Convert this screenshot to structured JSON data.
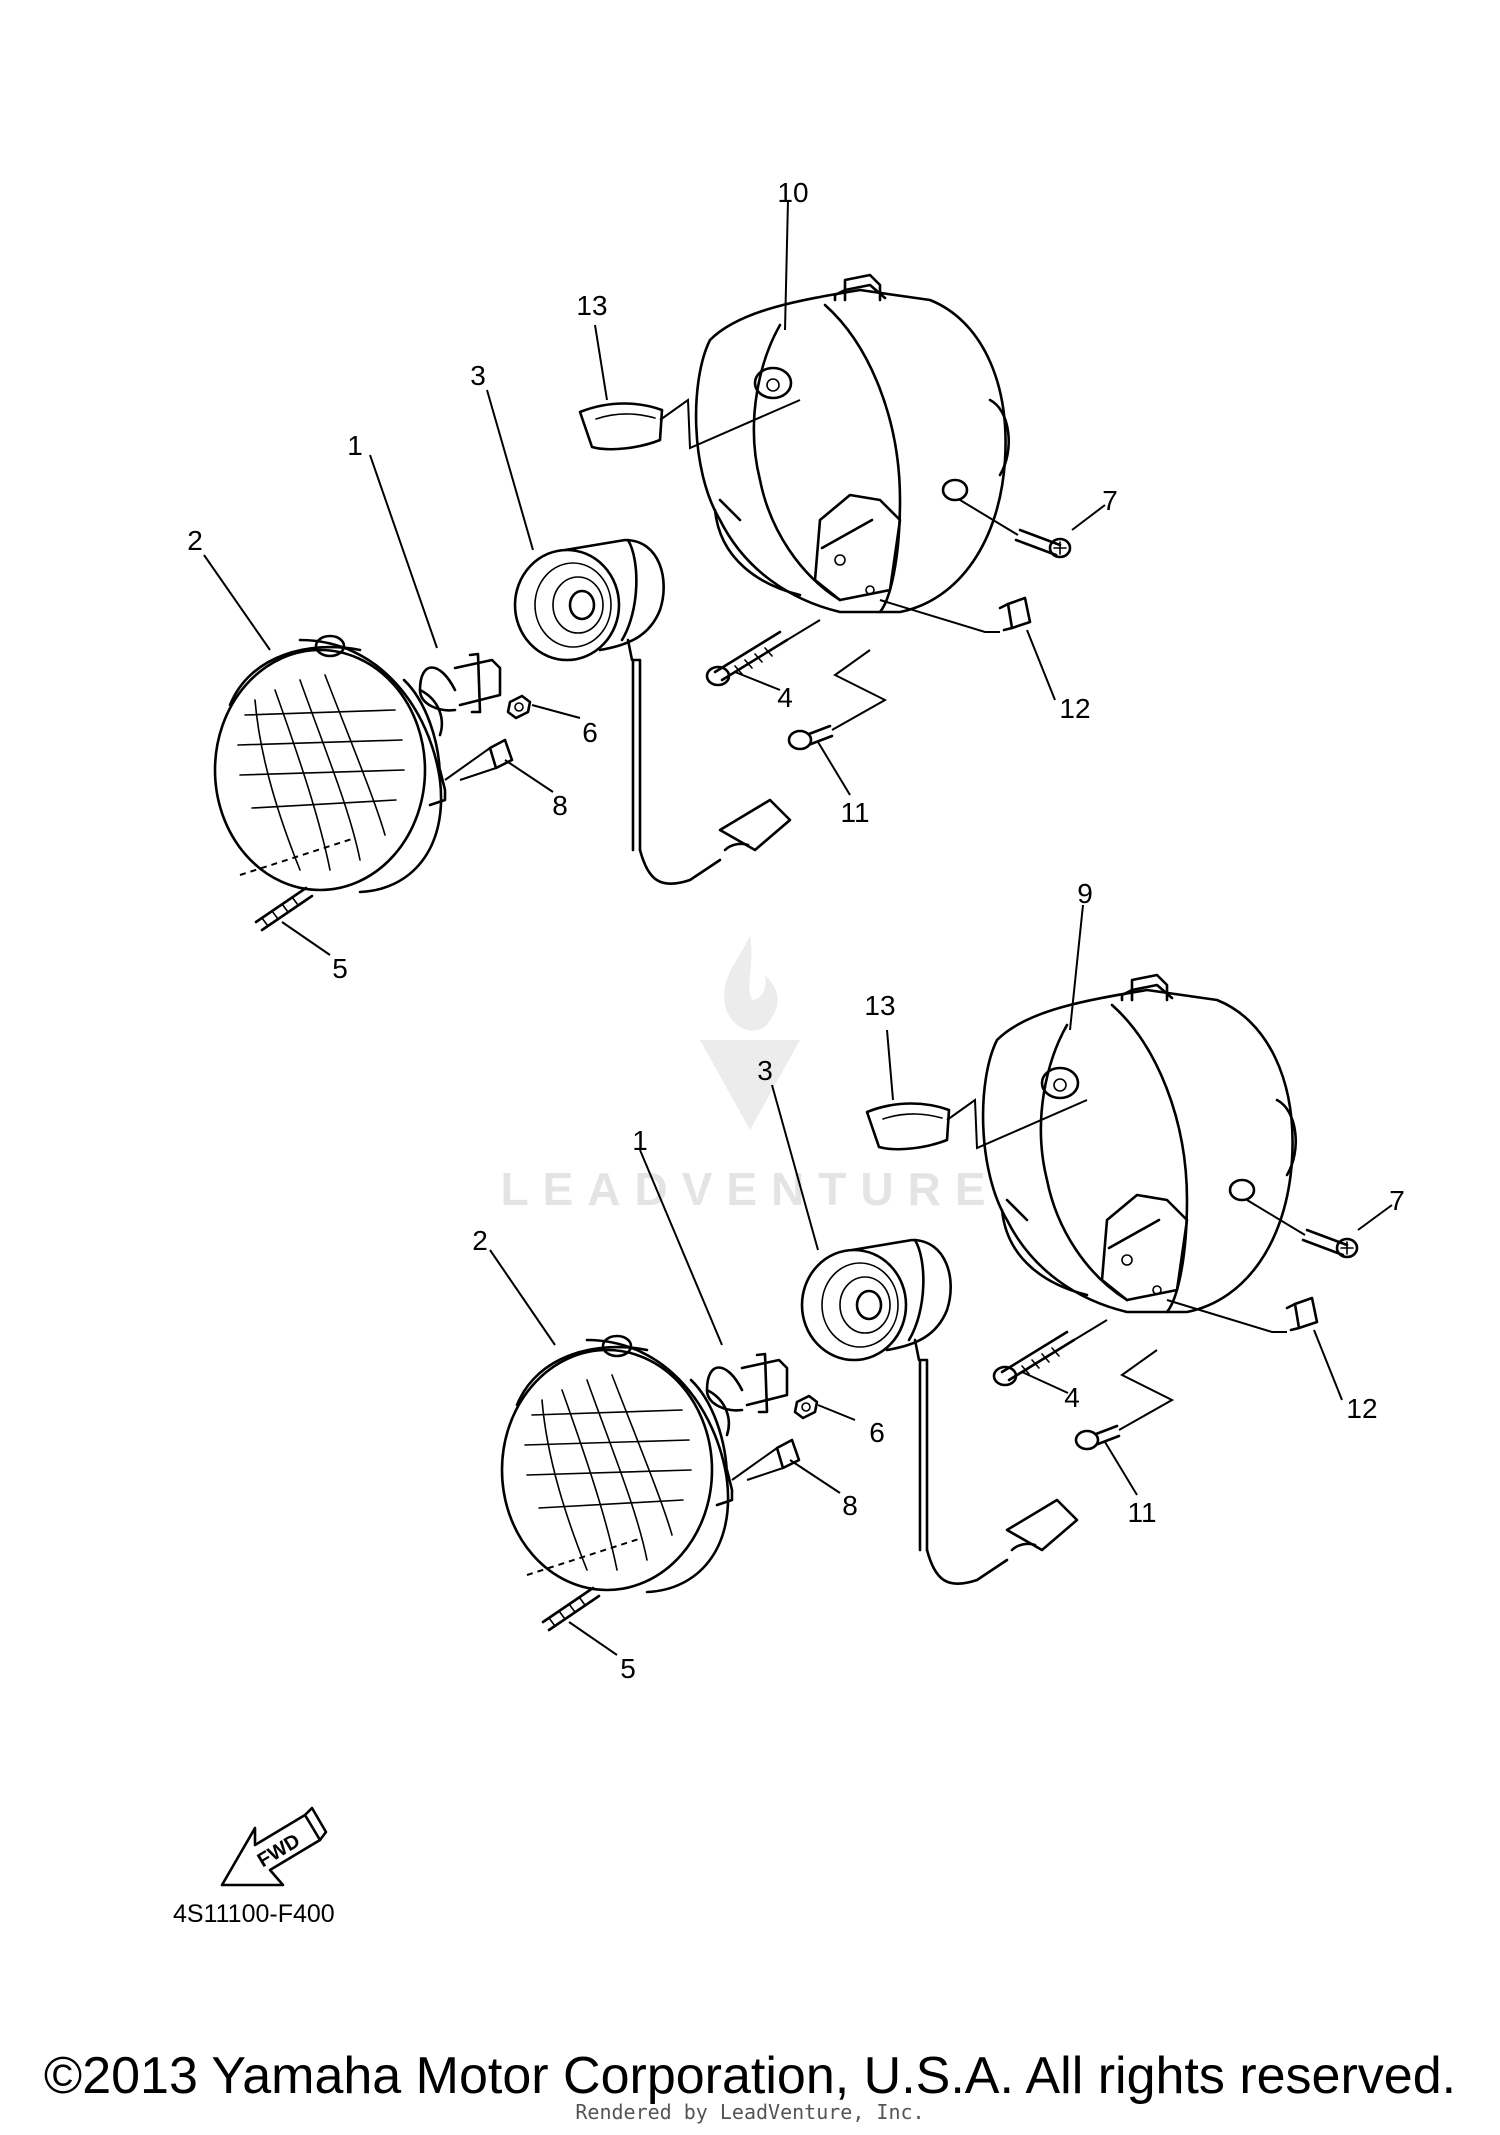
{
  "diagram": {
    "upper_assembly": {
      "callouts": [
        "1",
        "2",
        "3",
        "4",
        "5",
        "6",
        "7",
        "8",
        "10",
        "11",
        "12",
        "13"
      ]
    },
    "lower_assembly": {
      "callouts": [
        "1",
        "2",
        "3",
        "4",
        "5",
        "6",
        "7",
        "8",
        "9",
        "11",
        "12",
        "13"
      ]
    },
    "fwd_arrow_label": "FWD",
    "drawing_code": "4S11100-F400",
    "watermark_text": "LEADVENTURE"
  },
  "footer": {
    "copyright": "©2013 Yamaha Motor Corporation, U.S.A. All rights reserved.",
    "rendered_by": "Rendered by LeadVenture, Inc."
  }
}
